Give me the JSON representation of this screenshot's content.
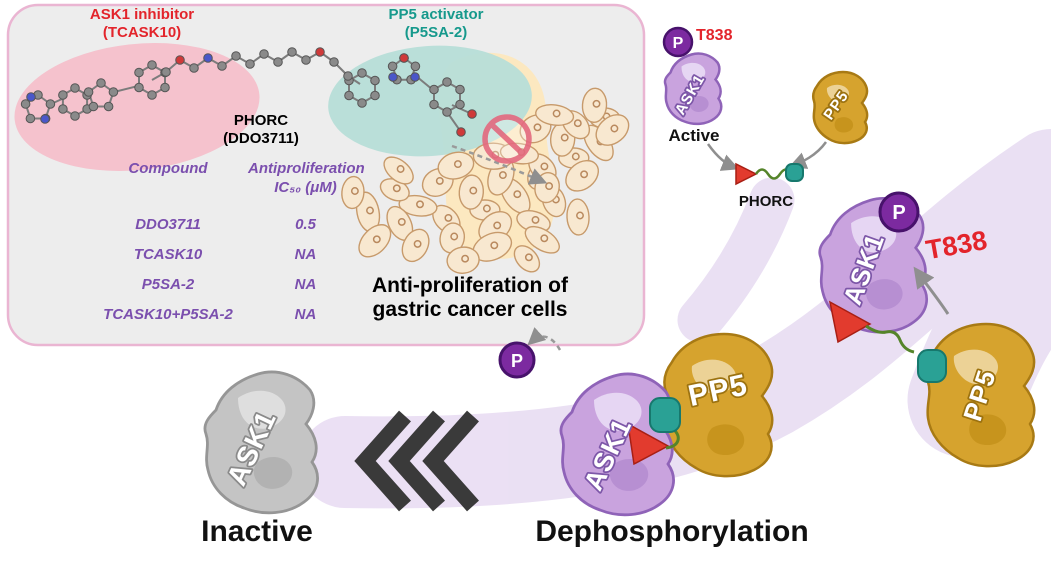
{
  "panel": {
    "ask1_inhibitor_line1": "ASK1 inhibitor",
    "ask1_inhibitor_line2": "(TCASK10)",
    "pp5_activator_line1": "PP5 activator",
    "pp5_activator_line2": "(P5SA-2)",
    "phorc_name": "PHORC",
    "phorc_code": "(DDO3711)",
    "table": {
      "header_compound": "Compound",
      "header_assay_line1": "Antiproliferation",
      "header_assay_line2": "IC₅₀ (μM)",
      "rows": [
        {
          "compound": "DDO3711",
          "ic50": "0.5"
        },
        {
          "compound": "TCASK10",
          "ic50": "NA"
        },
        {
          "compound": "P5SA-2",
          "ic50": "NA"
        },
        {
          "compound": "TCASK10+P5SA-2",
          "ic50": "NA"
        }
      ]
    },
    "caption_line1": "Anti-proliferation of",
    "caption_line2": "gastric cancer cells"
  },
  "pathway": {
    "phosphate_label": "P",
    "t838_label": "T838",
    "active_label": "Active",
    "phorc_label": "PHORC",
    "ask1_label": "ASK1",
    "pp5_label": "PP5",
    "inactive_label": "Inactive",
    "dephosphorylation_label": "Dephosphorylation"
  },
  "colors": {
    "inhibitor_red": "#e3242b",
    "activator_teal": "#16998c",
    "table_purple": "#7b4fae",
    "ask1_purple": "#c9a3de",
    "pp5_gold": "#d6a32e",
    "phosphate_purple": "#7c2aa0",
    "swoosh_lavender": "#e7dbf2"
  }
}
